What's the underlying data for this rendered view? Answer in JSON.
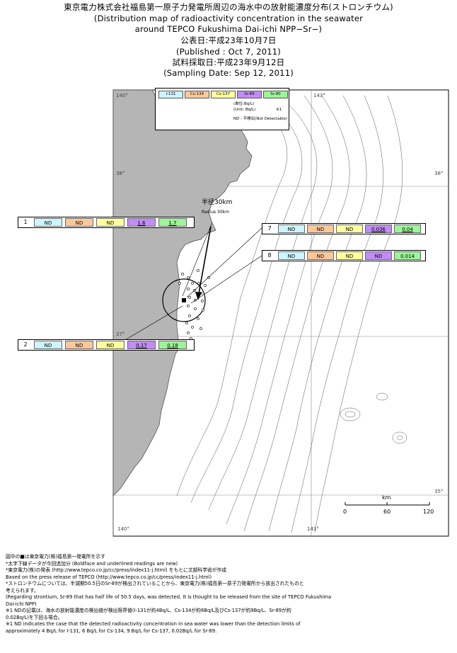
{
  "titles": {
    "l1": "東京電力株式会社福島第一原子力発電所周辺の海水中の放射能濃度分布(ストロンチウム)",
    "l2": "(Distribution map of radioactivity concentration in the seawater",
    "l3": "around TEPCO Fukushima Dai-ichi NPP−Sr−)",
    "l4": "公表日:平成23年10月7日",
    "l5": "(Published : Oct 7, 2011)",
    "l6": "試料採取日:平成23年9月12日",
    "l7": "(Sampling Date: Sep 12, 2011)"
  },
  "legend": {
    "nuclides": [
      "I-131",
      "Cs-134",
      "Cs-137",
      "Sr-89",
      "Sr-90"
    ],
    "unit_jp": "(単位:Bq/L)",
    "unit_en": "(Unit: Bq/L)",
    "footnote_mark": "※1",
    "nd": "ND : 不検出(Not Detectable)"
  },
  "colors": {
    "i131": "#cdf4ff",
    "cs134": "#ffc89a",
    "cs137": "#ffff9d",
    "sr89": "#c28cf5",
    "sr90": "#9cf598",
    "land": "#b5b5b5"
  },
  "stations": [
    {
      "id": "1",
      "values": [
        "ND",
        "ND",
        "ND",
        "1.6",
        "1.7"
      ]
    },
    {
      "id": "2",
      "values": [
        "ND",
        "ND",
        "ND",
        "0.17",
        "0.18"
      ]
    },
    {
      "id": "7",
      "values": [
        "ND",
        "ND",
        "ND",
        "0.036",
        "0.04"
      ]
    },
    {
      "id": "8",
      "values": [
        "ND",
        "ND",
        "ND",
        "ND",
        "0.014"
      ]
    }
  ],
  "radius": {
    "jp": "半径30km",
    "en": "Radius 30km"
  },
  "graticule": {
    "lon_140": "140°",
    "lon_143": "143°",
    "lat_38": "38°",
    "lat_37": "37°",
    "lat_35": "35°"
  },
  "scale": {
    "unit": "km",
    "ticks": [
      "0",
      "60",
      "120"
    ]
  },
  "notes": [
    "図中の■は東京電力(株)福島第一発電所を示す",
    "*太字下線データが今回追加分 (Boldface and underlined readings are new)",
    "*東京電力(株)の発表 (http://www.tepco.co.jp/cc/press/index11-j.html) をもとに文部科学省が作成",
    "  Based on the press release of TEPCO (http://www.tepco.co.jp/cc/press/index11-j.html)",
    "*ストロンチウムについては、半減期50.5日のSr-89が検出されていることから、東京電力(株)福島第一原子力発電所から放出されたものと",
    "  考えられます。",
    " (Regarding strontium, Sr-89 that has half life of 50.5 days, was detected. It is thought to be released from the site of TEPCO Fukushima",
    "  Dai-ichi NPP)",
    "※1  NDの記載は、海水の放射能濃度の検出値が検出限界値(I-131が約4Bq/L、Cs-134が約6Bq/L及びCs-137が約9Bq/L、Sr-89が約",
    "0.02Bq/L)を下回る場合。",
    "※1  ND indicates the case that the detected radioactivity concentration in sea water was lower than the detection limits of",
    "       approximately 4 Bq/L for I-131, 6 Bq/L for Cs-134, 9 Bq/L for Cs-137, 0.02Bq/L for Sr-89."
  ]
}
